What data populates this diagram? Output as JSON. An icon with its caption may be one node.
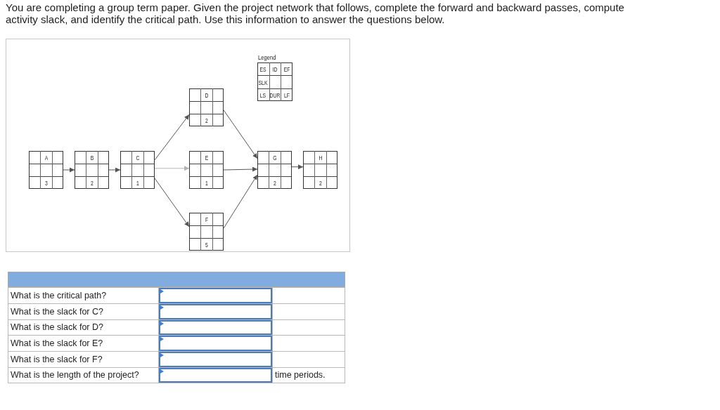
{
  "diagram": {
    "title": "You are completing a group term paper. Given the project network that follows, complete the forward and backward passes, compute activity slack, and identify the critical path. Use this information to answer the questions below.",
    "nodes": [
      {
        "text": [
          "A",
          "3"
        ]
      },
      {
        "text": [
          "B",
          "2"
        ]
      },
      {
        "text": [
          "C",
          "1"
        ]
      },
      {
        "text": [
          "D",
          "2"
        ]
      },
      {
        "text": [
          "E",
          "1"
        ]
      },
      {
        "text": [
          "F",
          "5"
        ]
      },
      {
        "text": [
          "G",
          "2"
        ]
      },
      {
        "text": [
          "H",
          "2"
        ]
      },
      {
        "text": [
          "Legend",
          "ES",
          "ID",
          "EF",
          "SLK",
          "LS",
          "DUR",
          "LF"
        ]
      }
    ],
    "edges": [
      {
        "from": 0,
        "to": 1,
        "arrow": "to"
      },
      {
        "from": 1,
        "to": 2,
        "arrow": "to"
      },
      {
        "from": 2,
        "to": 3,
        "arrow": "to"
      },
      {
        "from": 2,
        "to": 4,
        "arrow": "to",
        "color": "#b3b3b3"
      },
      {
        "from": 2,
        "to": 5,
        "arrow": "to"
      },
      {
        "from": 3,
        "to": 6,
        "arrow": "to"
      },
      {
        "from": 4,
        "to": 6,
        "arrow": "to"
      },
      {
        "from": 5,
        "to": 6,
        "arrow": "to"
      },
      {
        "from": 6,
        "to": 7,
        "arrow": "to"
      }
    ],
    "labels": [
      "What is the critical path?",
      "What is the slack for C?",
      "What is the slack for D?",
      "What is the slack for E?",
      "What is the slack for F?",
      "What is the length of the project?",
      "time periods."
    ]
  }
}
